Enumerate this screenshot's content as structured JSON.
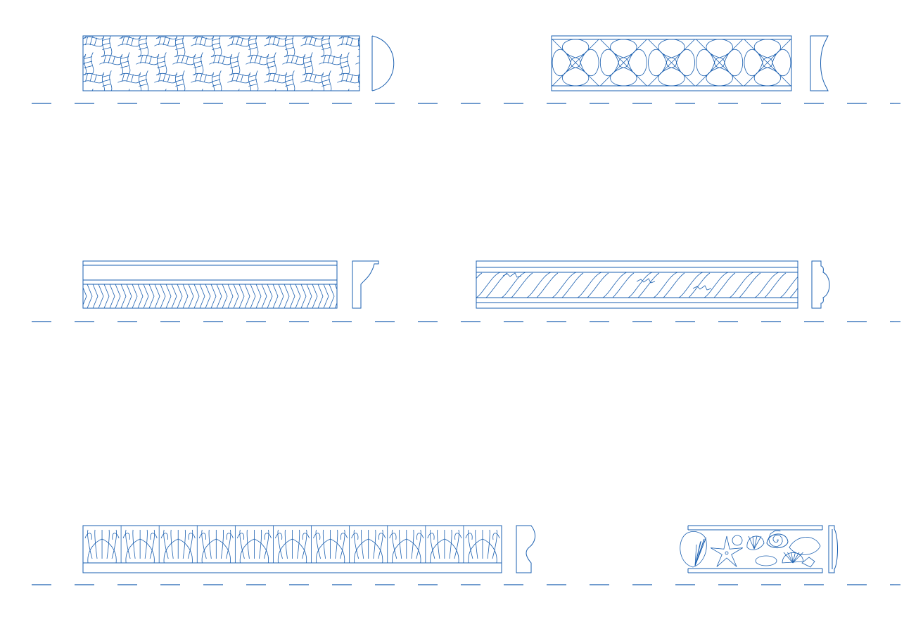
{
  "colors": {
    "line": "#1a5fb0",
    "background": "#ffffff"
  },
  "drawing": {
    "rows": 3,
    "items": [
      {
        "id": "braided-rope-moulding",
        "pattern": "basketweave-braid",
        "profile": "half-round"
      },
      {
        "id": "rosette-quatrefoil-moulding",
        "pattern": "four-petal-flower",
        "repeats": 5,
        "profile": "flat-with-cove"
      },
      {
        "id": "chevron-base-moulding",
        "pattern": "herringbone-chevron",
        "profile": "cove-cap"
      },
      {
        "id": "twisted-rope-moulding",
        "pattern": "twisted-rope",
        "profile": "astragal"
      },
      {
        "id": "acanthus-leaf-moulding",
        "pattern": "acanthus-leaf",
        "repeats": 11,
        "profile": "ogee"
      },
      {
        "id": "seashell-moulding",
        "pattern": "seashells-and-starfish",
        "profile": "bead"
      }
    ]
  }
}
